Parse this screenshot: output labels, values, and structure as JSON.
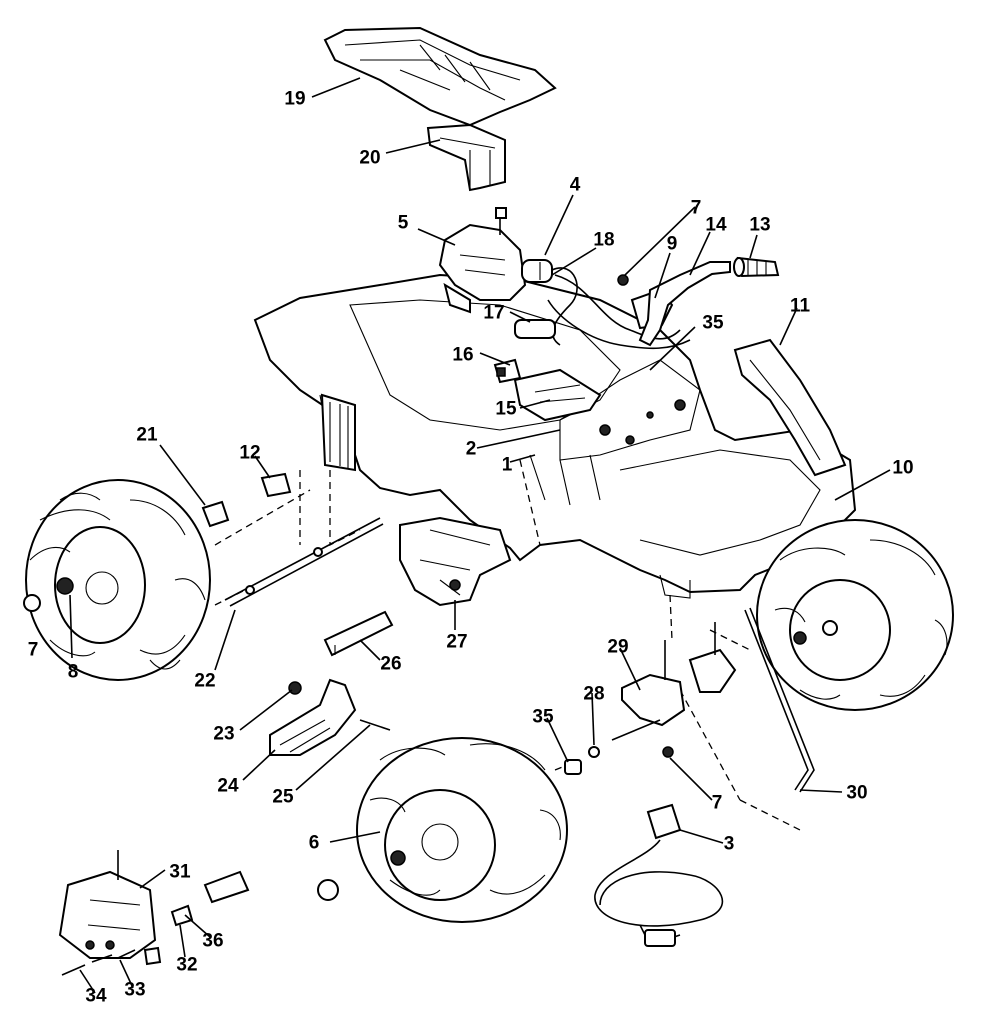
{
  "diagram": {
    "callouts": [
      {
        "id": "c19",
        "label": "19"
      },
      {
        "id": "c20",
        "label": "20"
      },
      {
        "id": "c4",
        "label": "4"
      },
      {
        "id": "c5",
        "label": "5"
      },
      {
        "id": "c18",
        "label": "18"
      },
      {
        "id": "c7a",
        "label": "7"
      },
      {
        "id": "c9",
        "label": "9"
      },
      {
        "id": "c14",
        "label": "14"
      },
      {
        "id": "c13",
        "label": "13"
      },
      {
        "id": "c17",
        "label": "17"
      },
      {
        "id": "c35a",
        "label": "35"
      },
      {
        "id": "c11",
        "label": "11"
      },
      {
        "id": "c16",
        "label": "16"
      },
      {
        "id": "c15",
        "label": "15"
      },
      {
        "id": "c2",
        "label": "2"
      },
      {
        "id": "c1",
        "label": "1"
      },
      {
        "id": "c21",
        "label": "21"
      },
      {
        "id": "c12",
        "label": "12"
      },
      {
        "id": "c10",
        "label": "10"
      },
      {
        "id": "c7b",
        "label": "7"
      },
      {
        "id": "c8",
        "label": "8"
      },
      {
        "id": "c22",
        "label": "22"
      },
      {
        "id": "c27",
        "label": "27"
      },
      {
        "id": "c26",
        "label": "26"
      },
      {
        "id": "c29",
        "label": "29"
      },
      {
        "id": "c28",
        "label": "28"
      },
      {
        "id": "c35b",
        "label": "35"
      },
      {
        "id": "c23",
        "label": "23"
      },
      {
        "id": "c24",
        "label": "24"
      },
      {
        "id": "c25",
        "label": "25"
      },
      {
        "id": "c7c",
        "label": "7"
      },
      {
        "id": "c30",
        "label": "30"
      },
      {
        "id": "c6",
        "label": "6"
      },
      {
        "id": "c3",
        "label": "3"
      },
      {
        "id": "c31",
        "label": "31"
      },
      {
        "id": "c36",
        "label": "36"
      },
      {
        "id": "c32",
        "label": "32"
      },
      {
        "id": "c34",
        "label": "34"
      },
      {
        "id": "c33",
        "label": "33"
      }
    ]
  }
}
